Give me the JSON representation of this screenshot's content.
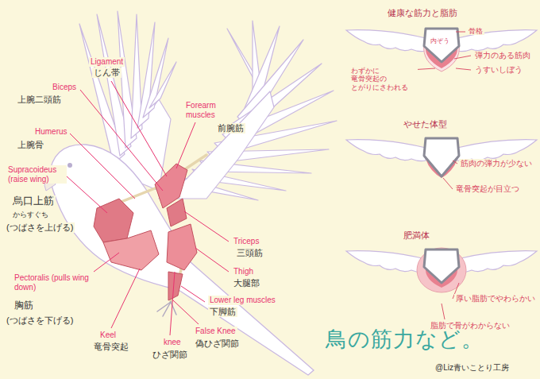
{
  "diagram": {
    "title": "鳥の筋力など。",
    "labels": [
      "Ligament",
      "じん帯",
      "Biceps",
      "上腕二頭筋",
      "Forearm muscles",
      "前腕筋",
      "Humerus",
      "上腕骨",
      "Supracoideus (raise wing)",
      "烏口上筋",
      "からすぐち",
      "(つばさを上げる)",
      "Triceps",
      "三頭筋",
      "Thigh",
      "大腿部",
      "Lower leg muscles",
      "下脚筋",
      "Pectoralis (pulls wing down)",
      "胸筋",
      "(つばさを下げる)",
      "Keel",
      "竜骨突起",
      "knee",
      "ひざ関節",
      "False Knee",
      "偽ひざ関節",
      "@Liz青いことり工房",
      "健康な筋力と脂肪",
      "骨格",
      "内ぞう",
      "弾力のある筋肉",
      "うすいしぼう",
      "わずかに 竜骨突起の とがりにさわれる",
      "やせた体型",
      "筋肉の弾力が少ない",
      "竜骨突起が目立つ",
      "肥満体",
      "厚い脂肪でやわらかい",
      "脂肪で骨がわからない"
    ]
  }
}
